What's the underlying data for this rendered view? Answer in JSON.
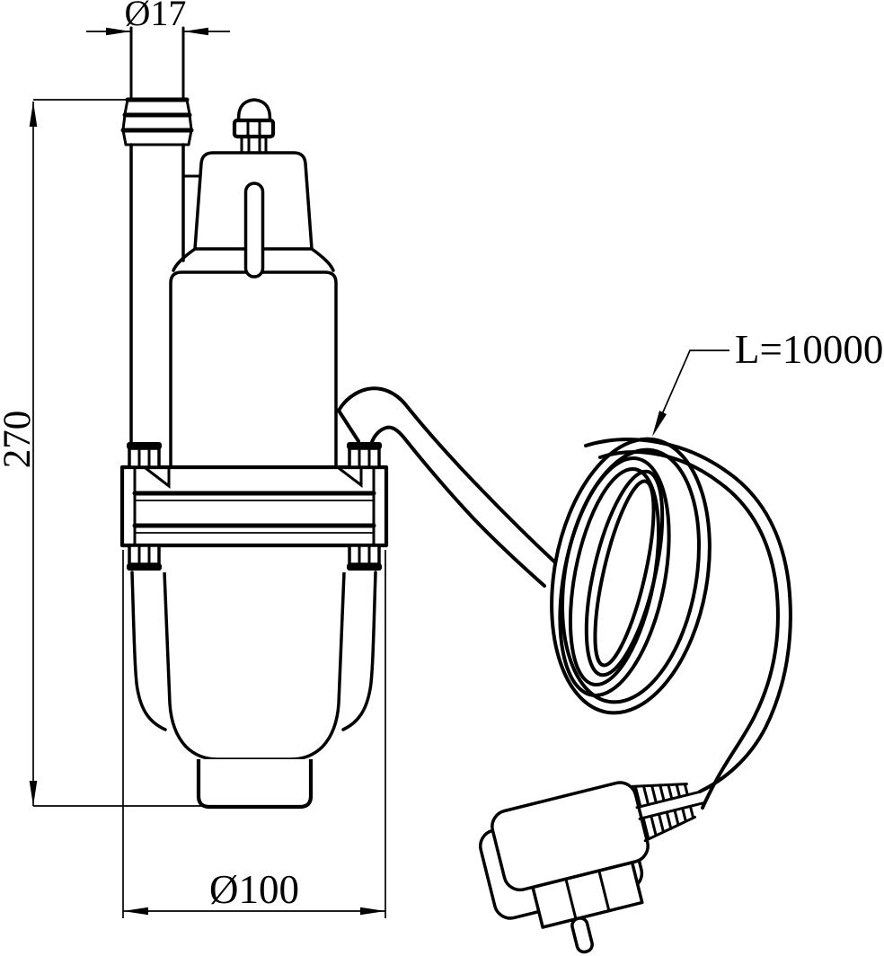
{
  "drawing": {
    "kind": "technical-drawing",
    "subject": "submersible vibration pump with power cable and plug",
    "background": "#ffffff",
    "line_color": "#000000"
  },
  "labels": {
    "outlet_diameter": "Ø17",
    "pump_height": "270",
    "body_diameter": "Ø100",
    "cable_length": "L=10000"
  },
  "dimensions": {
    "outlet_diameter_mm": 17,
    "pump_height_mm": 270,
    "body_diameter_mm": 100,
    "cable_length_mm": 10000
  }
}
